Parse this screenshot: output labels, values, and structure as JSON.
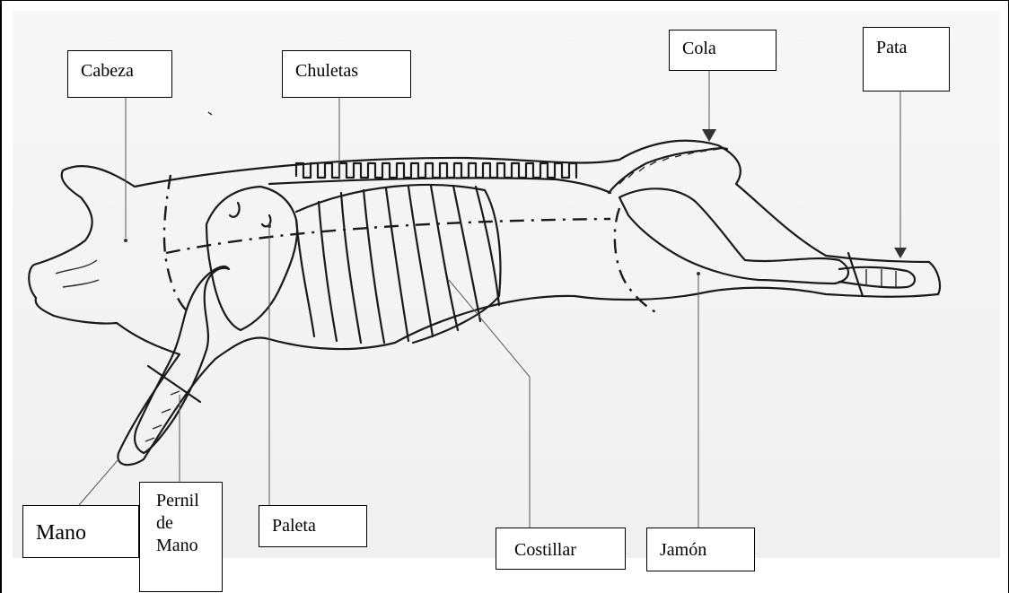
{
  "labels": {
    "cabeza": "Cabeza",
    "chuletas": "Chuletas",
    "cola": "Cola",
    "pata": "Pata",
    "mano": "Mano",
    "pernil_de_mano": "Pernil de Mano",
    "paleta": "Paleta",
    "costillar": "Costillar",
    "jamon": "Jamón"
  },
  "colors": {
    "ink": "#1a1a1a",
    "paper": "#f4f4f4",
    "box": "#ffffff"
  }
}
